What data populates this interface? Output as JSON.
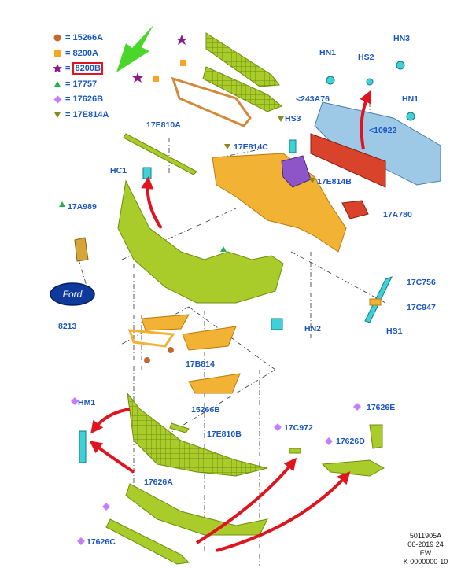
{
  "legend": [
    {
      "symbol": "circle",
      "color": "#c0692a",
      "text": "= 15266A"
    },
    {
      "symbol": "square",
      "color": "#f5a623",
      "text": "= 8200A"
    },
    {
      "symbol": "star",
      "color": "#8b1a8b",
      "text": "= 8200B",
      "highlight": true
    },
    {
      "symbol": "triangle-up",
      "color": "#22b14c",
      "text": "= 17757"
    },
    {
      "symbol": "diamond",
      "color": "#c77dff",
      "text": "= 17626B"
    },
    {
      "symbol": "triangle-down",
      "color": "#8a8a1a",
      "text": "= 17E814A"
    }
  ],
  "labels": {
    "hn1_a": "HN1",
    "hs2": "HS2",
    "hn3": "HN3",
    "hn1_b": "HN1",
    "c243a76": "<243A76",
    "c10922": "<10922",
    "hs3": "HS3",
    "e17e810a": "17E810A",
    "e17e814c": "17E814C",
    "e17e814b": "17E814B",
    "hc1": "HC1",
    "a17a989": "17A989",
    "a17a780": "17A780",
    "n8213": "8213",
    "c17c756": "17C756",
    "c17c947": "17C947",
    "hs1": "HS1",
    "hn2": "HN2",
    "b17b814": "17B814",
    "n15266b": "15266B",
    "hm1": "HM1",
    "e17e810b": "17E810B",
    "c17c972": "17C972",
    "e17626e": "17626E",
    "e17626d": "17626D",
    "e17626a": "17626A",
    "e17626c": "17626C"
  },
  "emblem_text": "Ford",
  "footer": {
    "line1": "5011905A",
    "line2": "06-2019 24",
    "line3": "EW",
    "line4": "K 0000000-10"
  },
  "colors": {
    "label": "#1a56c4",
    "part_green": "#a9cc2a",
    "part_orange": "#f2b233",
    "part_blue": "#9ec9e6",
    "part_red": "#d9432b",
    "part_purple": "#8e55c9",
    "part_cyan": "#3fd0d8",
    "arrow_red": "#e0141e",
    "arrow_green": "#4bd62b"
  }
}
